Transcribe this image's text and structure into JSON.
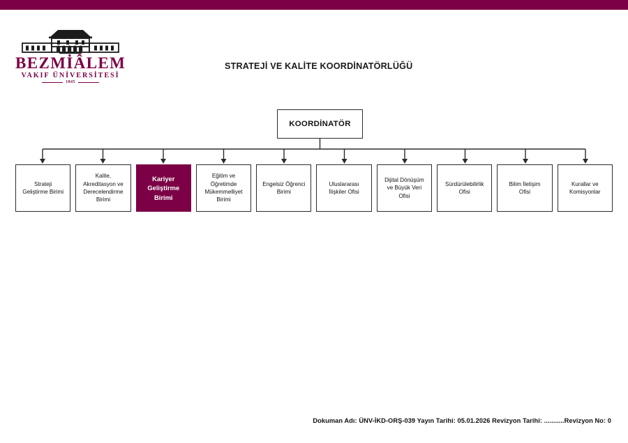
{
  "theme": {
    "accent": "#7b0045",
    "line": "#2b2b2b",
    "text": "#111111",
    "page_background": "#ffffff"
  },
  "header": {
    "logo": {
      "wordmark": "BEZMİÂLEM",
      "subtitle": "VAKIF ÜNİVERSİTESİ",
      "year": "1845",
      "building_icon": "university-building-icon"
    },
    "title": "STRATEJİ VE KALİTE KOORDİNATÖRLÜĞÜ"
  },
  "chart_data": {
    "type": "diagram",
    "diagram_type": "organization-chart",
    "title": "STRATEJİ VE KALİTE KOORDİNATÖRLÜĞÜ",
    "orientation": "top-down",
    "root": {
      "id": "koordinator",
      "label": "KOORDİNATÖR",
      "style": "outlined",
      "fill": "#ffffff",
      "text_color": "#111111"
    },
    "children": [
      {
        "id": "strateji-gelistirme-birimi",
        "label": "Strateji\nGeliştirme Birimi",
        "highlighted": false,
        "fill": "#ffffff",
        "text_color": "#111111"
      },
      {
        "id": "kalite-akreditasyon-ve-derecelendirme-birimi",
        "label": "Kalite,\nAkreditasyon ve\nDerecelendirme\nBirimi",
        "highlighted": false,
        "fill": "#ffffff",
        "text_color": "#111111"
      },
      {
        "id": "kariyer-gelistirme-birimi",
        "label": "Kariyer\nGeliştirme\nBirimi",
        "highlighted": true,
        "fill": "#7b0045",
        "text_color": "#ffffff"
      },
      {
        "id": "egitim-ve-ogretimde-mukemmelliyet-birimi",
        "label": "Eğitim ve\nÖğretimde\nMükemmelliyet\nBirimi",
        "highlighted": false,
        "fill": "#ffffff",
        "text_color": "#111111"
      },
      {
        "id": "engelsiz-ogrenci-birimi",
        "label": "Engelsiz Öğrenci\nBirimi",
        "highlighted": false,
        "fill": "#ffffff",
        "text_color": "#111111"
      },
      {
        "id": "uluslararasi-iliskiler-ofisi",
        "label": "Uluslararası\nİlişkiler Ofisi",
        "highlighted": false,
        "fill": "#ffffff",
        "text_color": "#111111"
      },
      {
        "id": "dijital-donusum-ve-buyuk-veri-ofisi",
        "label": "Dijital Dönüşüm\nve Büyük Veri\nOfisi",
        "highlighted": false,
        "fill": "#ffffff",
        "text_color": "#111111"
      },
      {
        "id": "surdurulebilirlik-ofisi",
        "label": "Sürdürülebilirlik\nOfisi",
        "highlighted": false,
        "fill": "#ffffff",
        "text_color": "#111111"
      },
      {
        "id": "bilim-iletisim-ofisi",
        "label": "Bilim İletişim\nOfisi",
        "highlighted": false,
        "fill": "#ffffff",
        "text_color": "#111111"
      },
      {
        "id": "kurallar-ve-komisyonlar",
        "label": "Kurallar ve\nKomisyonlar",
        "highlighted": false,
        "fill": "#ffffff",
        "text_color": "#111111"
      }
    ],
    "connector_style": "orthogonal-with-arrowheads",
    "node_count": 10
  },
  "footer": {
    "text": "Dokuman Adı: ÜNV-İKD-ORŞ-039 Yayın Tarihi: 05.01.2026 Revizyon Tarihi: ...........Revizyon No: 0"
  }
}
